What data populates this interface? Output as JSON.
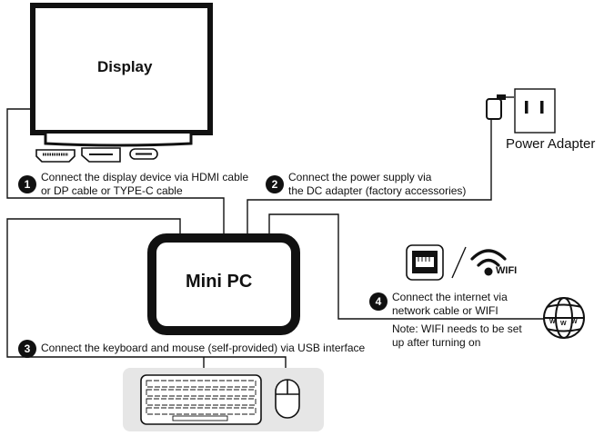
{
  "display": {
    "label": "Display"
  },
  "minipc": {
    "label": "Mini PC"
  },
  "power": {
    "label": "Power Adapter"
  },
  "wifi": {
    "label": "WIFI",
    "separator": "/"
  },
  "steps": [
    {
      "number": "1",
      "line1": "Connect the display device via HDMI cable",
      "line2": "or DP cable or TYPE-C cable"
    },
    {
      "number": "2",
      "line1": "Connect the power supply via",
      "line2": "the DC adapter (factory accessories)"
    },
    {
      "number": "3",
      "line1": "Connect the keyboard and mouse (self-provided) via USB interface"
    },
    {
      "number": "4",
      "line1": "Connect the internet via",
      "line2": "network cable or WIFI"
    }
  ],
  "note": {
    "line1": "Note: WIFI needs to be set",
    "line2": "up after turning on"
  },
  "globe": {
    "letters": [
      "W",
      "W",
      "W"
    ]
  },
  "colors": {
    "ink": "#111111",
    "keyboard_tray": "#e6e6e6"
  }
}
